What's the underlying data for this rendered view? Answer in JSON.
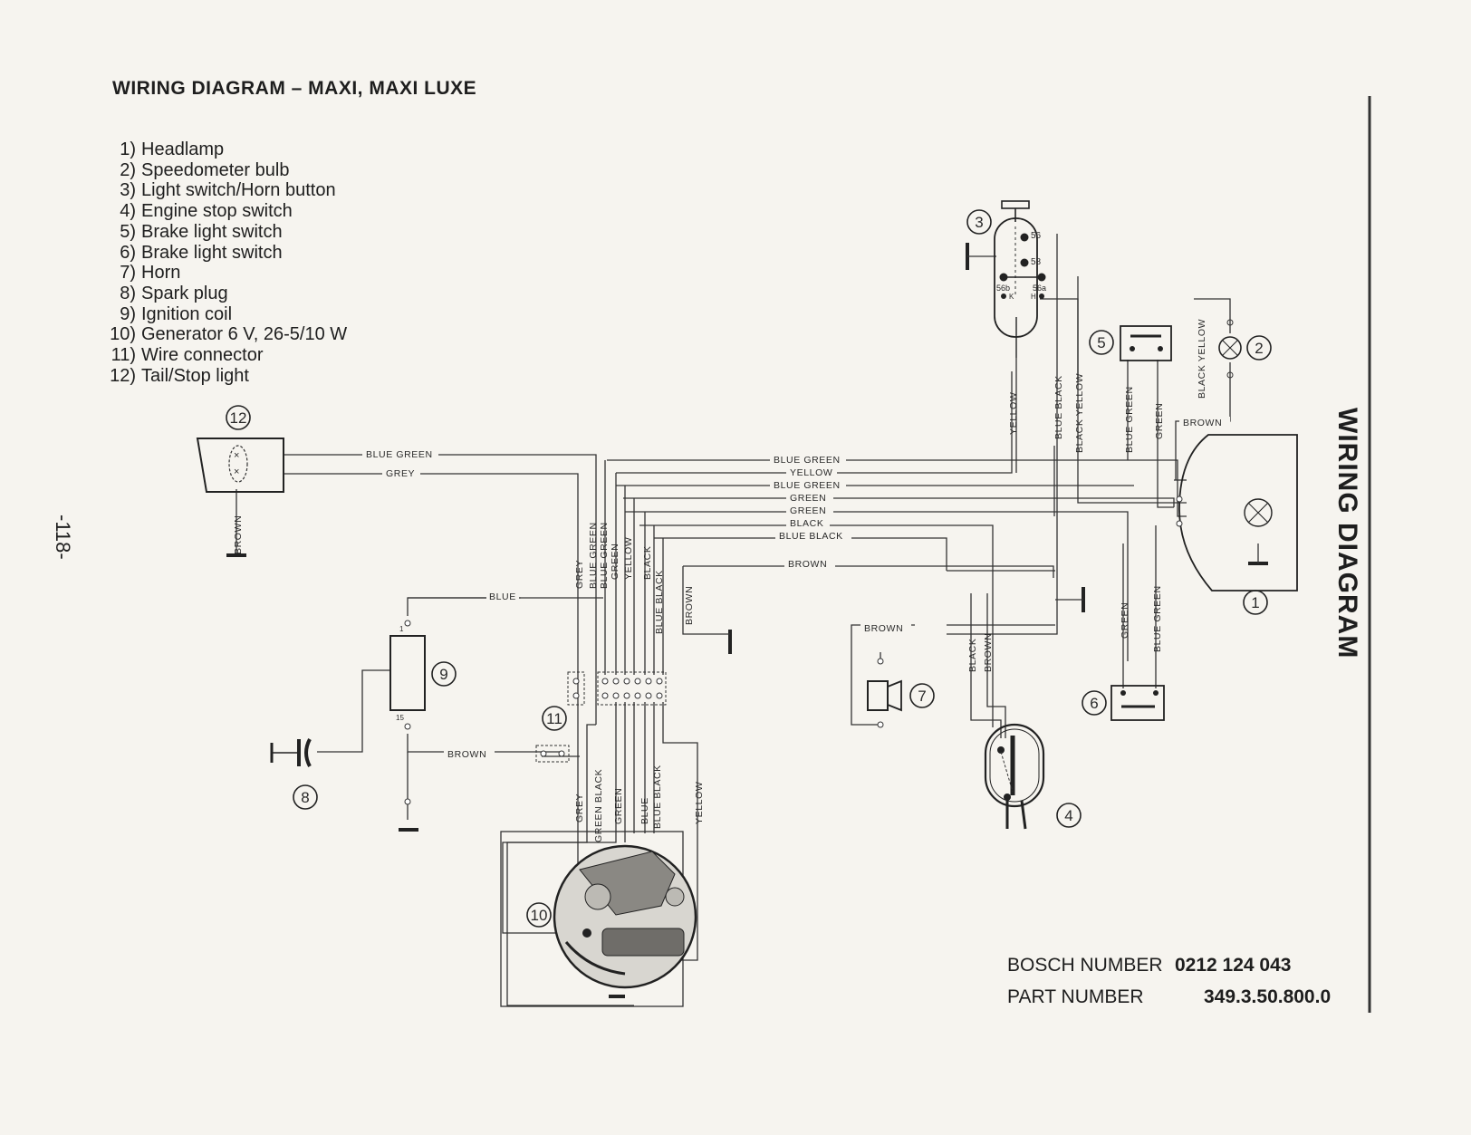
{
  "title": "WIRING DIAGRAM – MAXI, MAXI LUXE",
  "side_title": "WIRING DIAGRAM",
  "page_number": "-118-",
  "legend": [
    {
      "num": "1)",
      "text": "Headlamp"
    },
    {
      "num": "2)",
      "text": "Speedometer bulb"
    },
    {
      "num": "3)",
      "text": "Light switch/Horn button"
    },
    {
      "num": "4)",
      "text": "Engine stop switch"
    },
    {
      "num": "5)",
      "text": "Brake light switch"
    },
    {
      "num": "6)",
      "text": "Brake light switch"
    },
    {
      "num": "7)",
      "text": "Horn"
    },
    {
      "num": "8)",
      "text": "Spark plug"
    },
    {
      "num": "9)",
      "text": "Ignition coil"
    },
    {
      "num": "10)",
      "text": "Generator 6 V, 26-5/10 W"
    },
    {
      "num": "11)",
      "text": "Wire connector"
    },
    {
      "num": "12)",
      "text": "Tail/Stop light"
    }
  ],
  "specs": {
    "bosch_label": "BOSCH NUMBER",
    "bosch_value": "0212 124 043",
    "part_label": "PART NUMBER",
    "part_value": "349.3.50.800.0"
  },
  "components": [
    "1",
    "2",
    "3",
    "4",
    "5",
    "6",
    "7",
    "8",
    "9",
    "10",
    "11",
    "12"
  ],
  "terminals": {
    "t56": "56",
    "t58": "58",
    "t56b": "56b",
    "t56a": "56a",
    "tK": "K",
    "tH": "H",
    "t1": "1",
    "t15": "15"
  },
  "wires": {
    "blue_green": "BLUE GREEN",
    "grey": "GREY",
    "yellow": "YELLOW",
    "green": "GREEN",
    "black": "BLACK",
    "blue_black": "BLUE BLACK",
    "brown": "BROWN",
    "blue": "BLUE",
    "black_yellow": "BLACK YELLOW",
    "green_black": "GREEN BLACK"
  }
}
